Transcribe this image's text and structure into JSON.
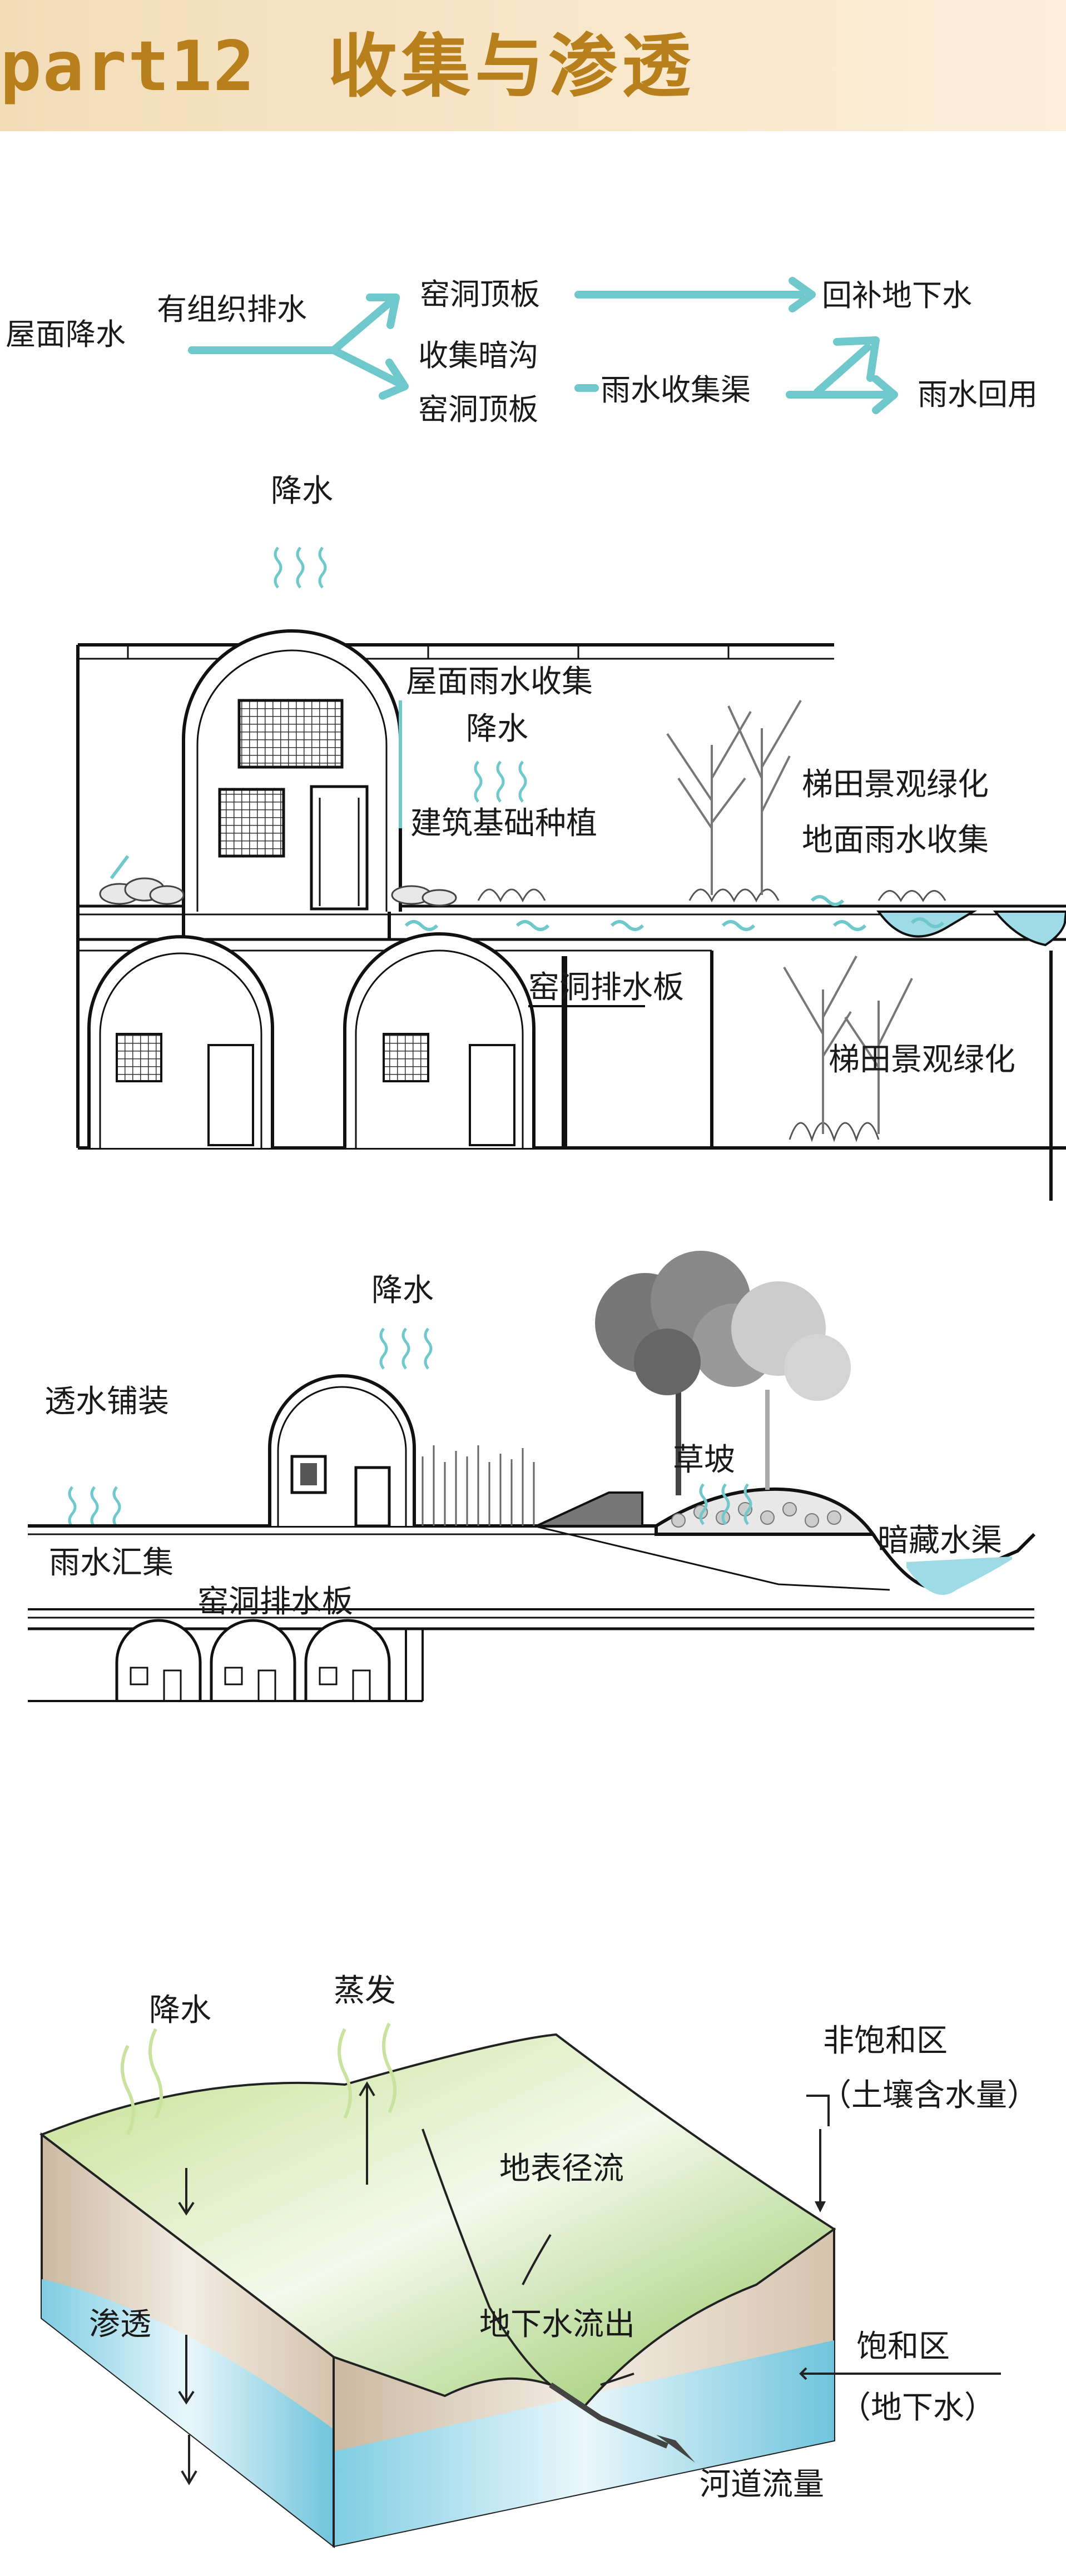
{
  "banner": {
    "part": "part12",
    "title": "收集与渗透"
  },
  "flow": {
    "roof_rain": "屋面降水",
    "organized_drain": "有组织排水",
    "cave_roof_1": "窑洞顶板",
    "recharge": "回补地下水",
    "hidden_ditch": "收集暗沟",
    "cave_roof_2": "窑洞顶板",
    "rain_channel": "雨水收集渠",
    "reuse": "雨水回用"
  },
  "section1": {
    "rain": "降水",
    "roof_collect": "屋面雨水收集",
    "rain2": "降水",
    "foundation_plant": "建筑基础种植",
    "terrace_green_1": "梯田景观绿化",
    "ground_collect": "地面雨水收集",
    "drain_board": "窑洞排水板",
    "terrace_green_2": "梯田景观绿化"
  },
  "section2": {
    "rain": "降水",
    "permeable": "透水铺装",
    "grass_slope": "草坡",
    "gather": "雨水汇集",
    "hidden_channel": "暗藏水渠",
    "drain_board": "窑洞排水板"
  },
  "section3": {
    "rain": "降水",
    "evaporation": "蒸发",
    "unsaturated": "非饱和区",
    "soil_water": "（土壤含水量）",
    "surface_runoff": "地表径流",
    "infiltration": "渗透",
    "groundwater_out": "地下水流出",
    "saturated": "饱和区",
    "groundwater": "（地下水）",
    "river_flow": "河道流量"
  },
  "colors": {
    "accent": "#6ec8cc",
    "banner_text": "#b8801c",
    "banner_bg": "#f5e0bf",
    "grass": "#9ccc60",
    "water": "#7ecce0",
    "soil": "#d4c3ad"
  }
}
